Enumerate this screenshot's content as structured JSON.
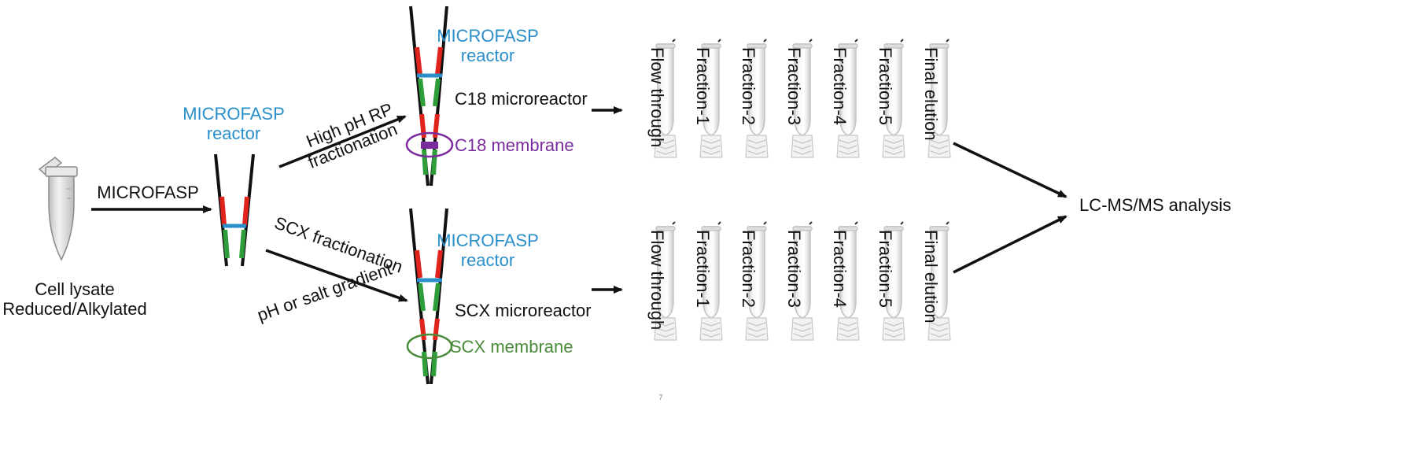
{
  "colors": {
    "blue": "#2a8fc9",
    "red": "#e0231b",
    "green": "#2e9e3a",
    "purple": "#7a2c9e",
    "olive": "#4a8b3a",
    "black": "#111111"
  },
  "icons": {
    "sample_tube": "microcentrifuge-tube-icon",
    "fraction_vial": "autosampler-vial-icon"
  },
  "start": {
    "line1": "Cell lysate",
    "line2": "Reduced/Alkylated"
  },
  "step1": {
    "arrow_label": "MICROFASP"
  },
  "reactor_label": {
    "line1": "MICROFASP",
    "line2": "reactor"
  },
  "top_route": {
    "arrow_label_1": "High pH RP",
    "arrow_label_2": "fractionation",
    "reactor_line1": "MICROFASP",
    "reactor_line2": "reactor",
    "microreactor": "C18 microreactor",
    "membrane": "C18 membrane"
  },
  "bottom_route": {
    "arrow_label_1": "SCX fractionation",
    "arrow_label_2": "pH or salt gradient",
    "reactor_line1": "MICROFASP",
    "reactor_line2": "reactor",
    "microreactor": "SCX microreactor",
    "membrane": "SCX membrane"
  },
  "fractions": [
    "Flow through",
    "Fraction-1",
    "Fraction-2",
    "Fraction-3",
    "Fraction-4",
    "Fraction-5",
    "Final elution"
  ],
  "end": {
    "label": "LC-MS/MS analysis"
  },
  "footer": {
    "page_mark": "7"
  }
}
